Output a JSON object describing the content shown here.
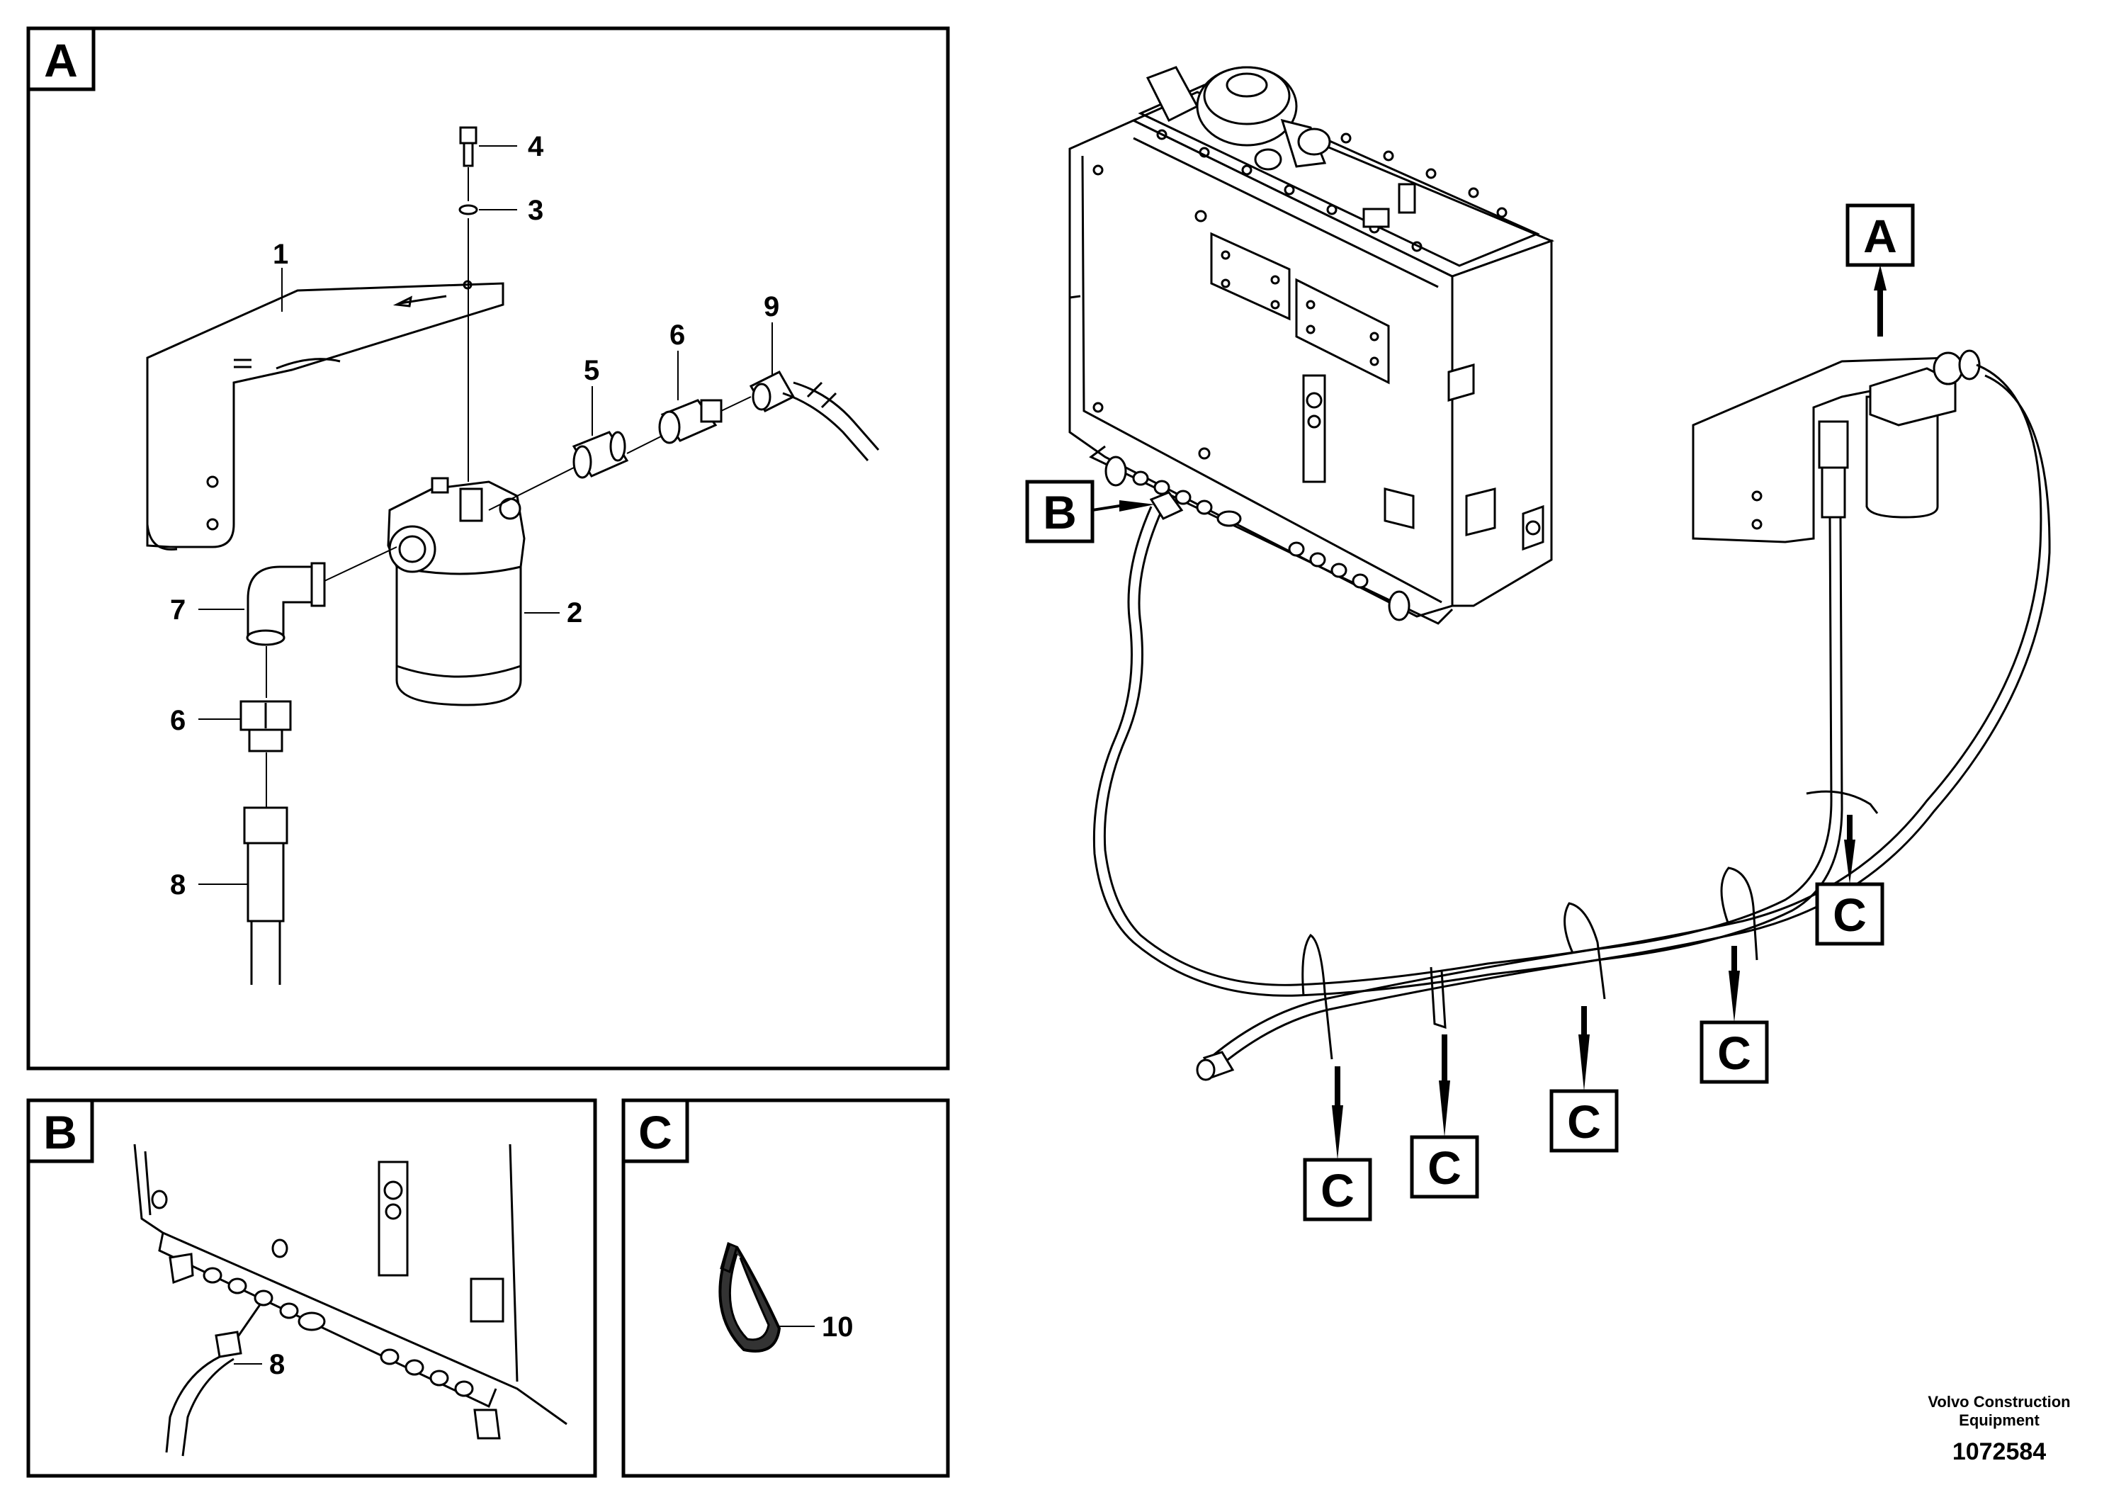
{
  "panels": {
    "a": {
      "label": "A",
      "parts": [
        {
          "num": "4"
        },
        {
          "num": "3"
        },
        {
          "num": "1"
        },
        {
          "num": "9"
        },
        {
          "num": "6"
        },
        {
          "num": "5"
        },
        {
          "num": "7"
        },
        {
          "num": "2"
        },
        {
          "num": "6"
        },
        {
          "num": "8"
        }
      ]
    },
    "b": {
      "label": "B",
      "parts": [
        {
          "num": "8"
        }
      ]
    },
    "c": {
      "label": "C",
      "parts": [
        {
          "num": "10"
        }
      ]
    }
  },
  "overview": {
    "callouts": {
      "a": "A",
      "b": "B",
      "c": "C"
    }
  },
  "footer": {
    "brand_line1": "Volvo Construction",
    "brand_line2": "Equipment",
    "doc_number": "1072584"
  }
}
